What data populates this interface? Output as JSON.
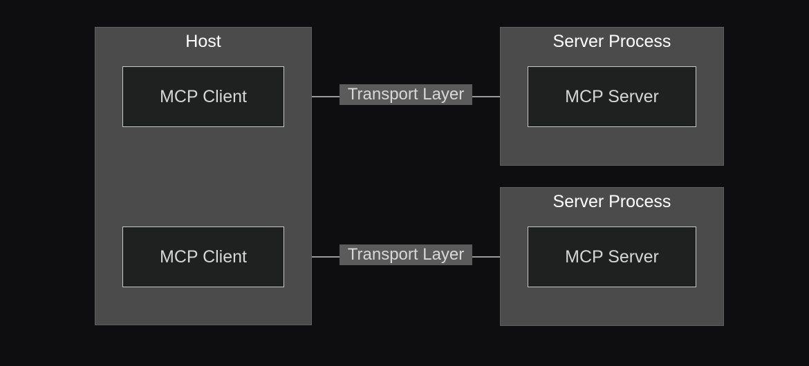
{
  "colors": {
    "background": "#0e0e10",
    "group_fill": "#4a4b4a",
    "node_fill": "#1f2120",
    "node_border": "#c8c8c8",
    "edge": "#c8c8c8",
    "label_fill": "#5b5b5b"
  },
  "host": {
    "title": "Host",
    "clients": [
      {
        "label": "MCP Client"
      },
      {
        "label": "MCP Client"
      }
    ]
  },
  "servers": [
    {
      "title": "Server Process",
      "node_label": "MCP Server"
    },
    {
      "title": "Server Process",
      "node_label": "MCP Server"
    }
  ],
  "connections": [
    {
      "label": "Transport Layer",
      "bidirectional": true
    },
    {
      "label": "Transport Layer",
      "bidirectional": true
    }
  ]
}
